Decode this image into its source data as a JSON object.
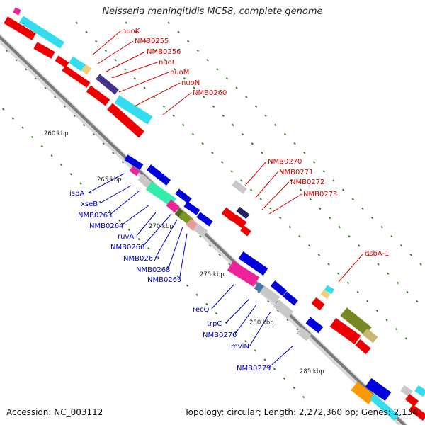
{
  "title": "Neisseria meningitidis MC58, complete genome",
  "footer": {
    "accession": "Accession: NC_003112",
    "summary": "Topology: circular; Length: 2,272,360 bp; Genes: 2,134"
  },
  "colors": {
    "backbone": "#888888",
    "tick": "#2e7d1f",
    "forward_label": "#dd0000",
    "reverse_label": "#0000cc",
    "red": "#ee0000",
    "cyan": "#33ddee",
    "blue": "#0000dd",
    "grey": "#c8c8c8"
  },
  "ticks": [
    "260 kbp",
    "265 kbp",
    "270 kbp",
    "275 kbp",
    "280 kbp",
    "285 kbp"
  ],
  "forward_labels": [
    "nuoK",
    "NMB0255",
    "NMB0256",
    "nuoL",
    "nuoM",
    "nuoN",
    "NMB0260",
    "NMB0270",
    "NMB0271",
    "NMB0272",
    "NMB0273",
    "dsbA-1"
  ],
  "reverse_labels": [
    "ispA",
    "xseB",
    "NMB0263",
    "NMB0264",
    "ruvA",
    "NMB0266",
    "NMB0267",
    "NMB0268",
    "NMB0269",
    "recQ",
    "trpC",
    "NMB0276",
    "mviN",
    "NMB0279"
  ]
}
